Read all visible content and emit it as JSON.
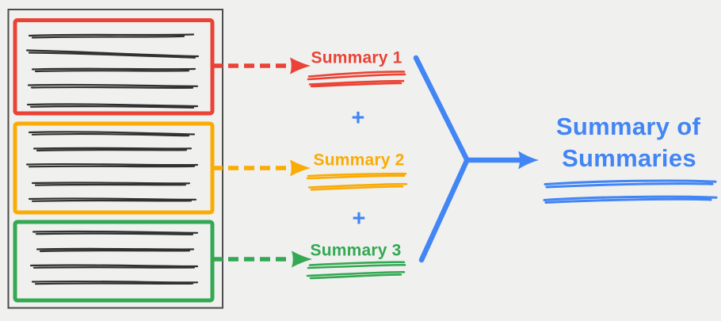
{
  "diagram": {
    "source_document": {
      "sections": [
        {
          "id": "section-1",
          "color_name": "red",
          "color": "#EA4335",
          "text_scribble_lines": 5
        },
        {
          "id": "section-2",
          "color_name": "orange",
          "color": "#FAAB04",
          "text_scribble_lines": 5
        },
        {
          "id": "section-3",
          "color_name": "green",
          "color": "#34A853",
          "text_scribble_lines": 4
        }
      ],
      "frame_color": "#4D4D4D"
    },
    "summaries": [
      {
        "label": "Summary 1",
        "color": "#EA4335"
      },
      {
        "label": "Summary 2",
        "color": "#FAAB04"
      },
      {
        "label": "Summary 3",
        "color": "#34A853"
      }
    ],
    "operators": {
      "plus_1": "+",
      "plus_2": "+"
    },
    "result": {
      "label": "Summary of Summaries",
      "lines": [
        "Summary of",
        "Summaries"
      ],
      "color": "#4285F4"
    }
  },
  "colors": {
    "red": "#EA4335",
    "orange": "#FAAB04",
    "green": "#34A853",
    "blue": "#4285F4",
    "ink": "#212121",
    "frame": "#4D4D4D",
    "background": "#F0F0EF"
  }
}
